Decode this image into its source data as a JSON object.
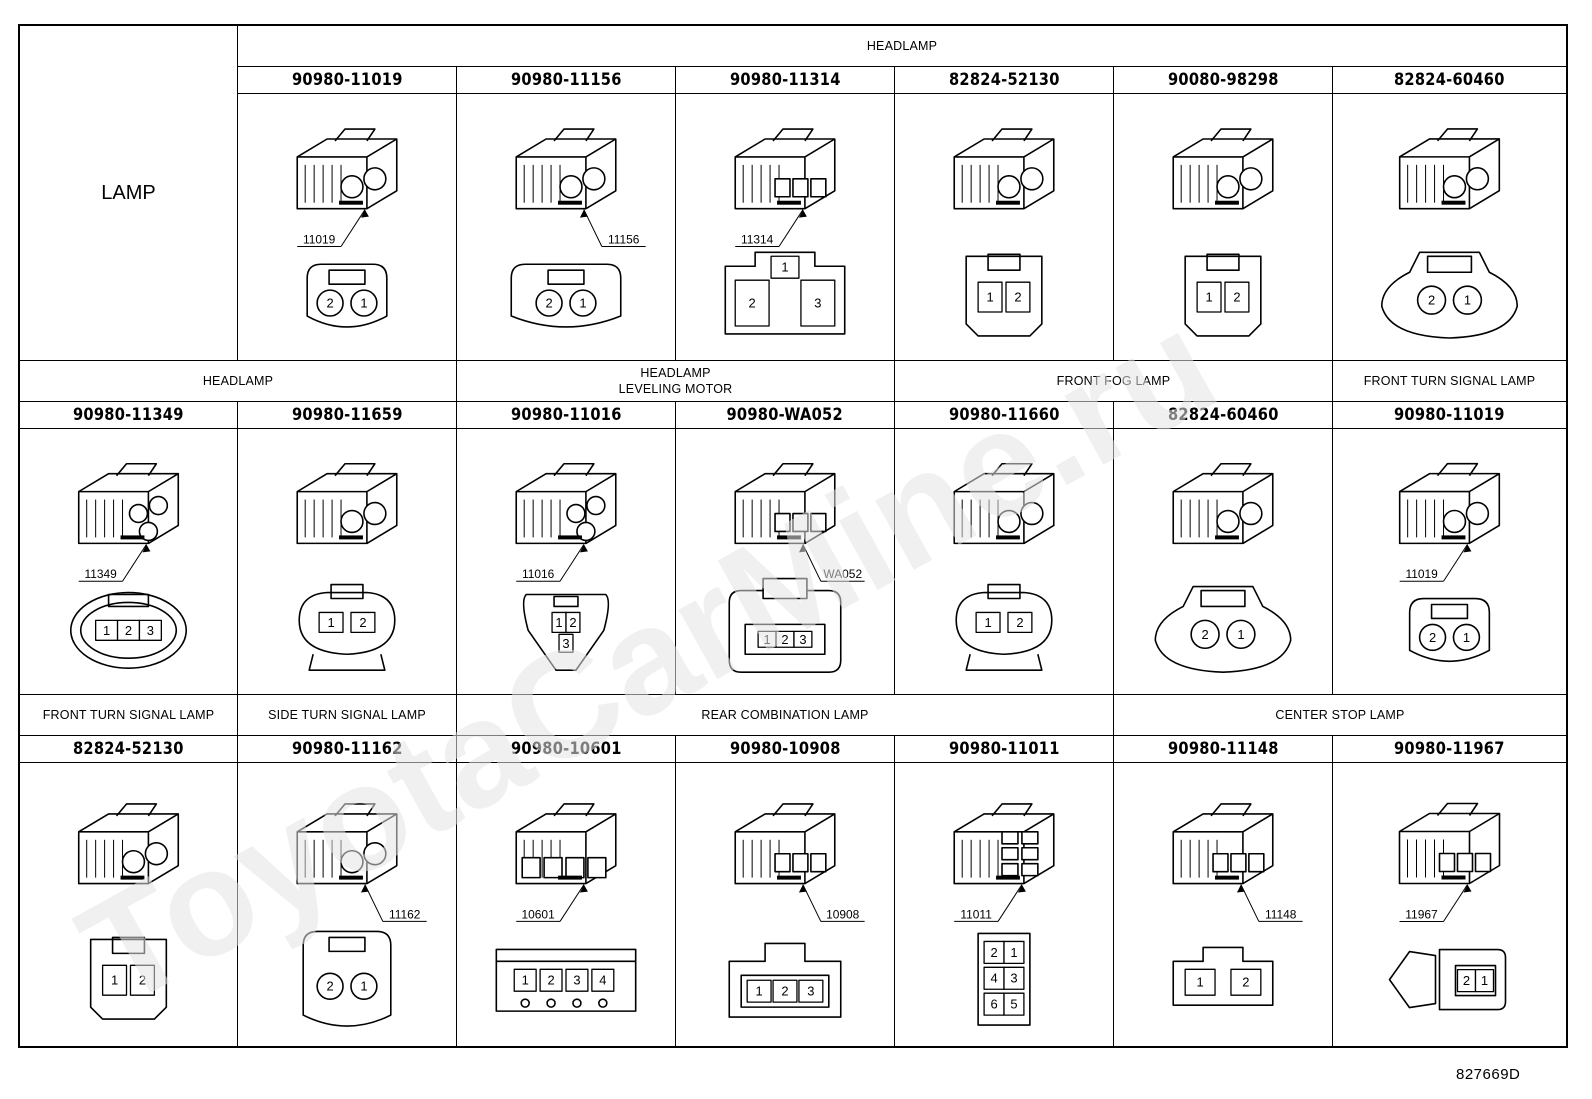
{
  "figure_id": "827669D",
  "watermark": "ToyotaCarMine.ru",
  "corner_label": "LAMP",
  "rows": [
    {
      "groups": [
        {
          "label": "HEADLAMP",
          "span": 6
        }
      ],
      "parts": [
        {
          "pn": "90980-11019",
          "callout": "11019",
          "pins": [
            "2",
            "1"
          ],
          "face": "round2"
        },
        {
          "pn": "90980-11156",
          "callout": "11156",
          "pins": [
            "2",
            "1"
          ],
          "face": "round2wide"
        },
        {
          "pn": "90980-11314",
          "callout": "11314",
          "pins": [
            "1",
            "2",
            "3"
          ],
          "face": "rect3"
        },
        {
          "pn": "82824-52130",
          "callout": "",
          "pins": [
            "1",
            "2"
          ],
          "face": "square2"
        },
        {
          "pn": "90080-98298",
          "callout": "",
          "pins": [
            "1",
            "2"
          ],
          "face": "small2"
        },
        {
          "pn": "82824-60460",
          "callout": "",
          "pins": [
            "2",
            "1"
          ],
          "face": "oval2"
        }
      ]
    },
    {
      "groups": [
        {
          "label": "HEADLAMP",
          "span": 2
        },
        {
          "label": "HEADLAMP\nLEVELING MOTOR",
          "span": 2
        },
        {
          "label": "FRONT FOG LAMP",
          "span": 2
        },
        {
          "label": "FRONT TURN SIGNAL LAMP",
          "span": 1
        }
      ],
      "parts": [
        {
          "pn": "90980-11349",
          "callout": "11349",
          "pins": [
            "1",
            "2",
            "3"
          ],
          "face": "ellipse3"
        },
        {
          "pn": "90980-11659",
          "callout": "",
          "pins": [
            "1",
            "2"
          ],
          "face": "clip2"
        },
        {
          "pn": "90980-11016",
          "callout": "11016",
          "pins": [
            "1",
            "2",
            "3"
          ],
          "face": "tri3"
        },
        {
          "pn": "90980-WA052",
          "callout": "WA052",
          "pins": [
            "1",
            "2",
            "3"
          ],
          "face": "box3"
        },
        {
          "pn": "90980-11660",
          "callout": "",
          "pins": [
            "1",
            "2"
          ],
          "face": "clip2b"
        },
        {
          "pn": "82824-60460",
          "callout": "",
          "pins": [
            "2",
            "1"
          ],
          "face": "oval2"
        },
        {
          "pn": "90980-11019",
          "callout": "11019",
          "pins": [
            "2",
            "1"
          ],
          "face": "round2"
        }
      ]
    },
    {
      "groups": [
        {
          "label": "FRONT TURN SIGNAL LAMP",
          "span": 1
        },
        {
          "label": "SIDE TURN SIGNAL LAMP",
          "span": 1
        },
        {
          "label": "REAR COMBINATION LAMP",
          "span": 3
        },
        {
          "label": "CENTER STOP LAMP",
          "span": 2
        }
      ],
      "parts": [
        {
          "pn": "82824-52130",
          "callout": "",
          "pins": [
            "1",
            "2"
          ],
          "face": "square2"
        },
        {
          "pn": "90980-11162",
          "callout": "11162",
          "pins": [
            "2",
            "1"
          ],
          "face": "round2tall"
        },
        {
          "pn": "90980-10601",
          "callout": "10601",
          "pins": [
            "1",
            "2",
            "3",
            "4"
          ],
          "face": "row4"
        },
        {
          "pn": "90980-10908",
          "callout": "10908",
          "pins": [
            "1",
            "2",
            "3"
          ],
          "face": "row3"
        },
        {
          "pn": "90980-11011",
          "callout": "11011",
          "pins": [
            "2",
            "1",
            "4",
            "3",
            "6",
            "5"
          ],
          "face": "grid6"
        },
        {
          "pn": "90980-11148",
          "callout": "11148",
          "pins": [
            "1",
            "2"
          ],
          "face": "flat2"
        },
        {
          "pn": "90980-11967",
          "callout": "11967",
          "pins": [
            "2",
            "1"
          ],
          "face": "side2"
        }
      ]
    }
  ]
}
